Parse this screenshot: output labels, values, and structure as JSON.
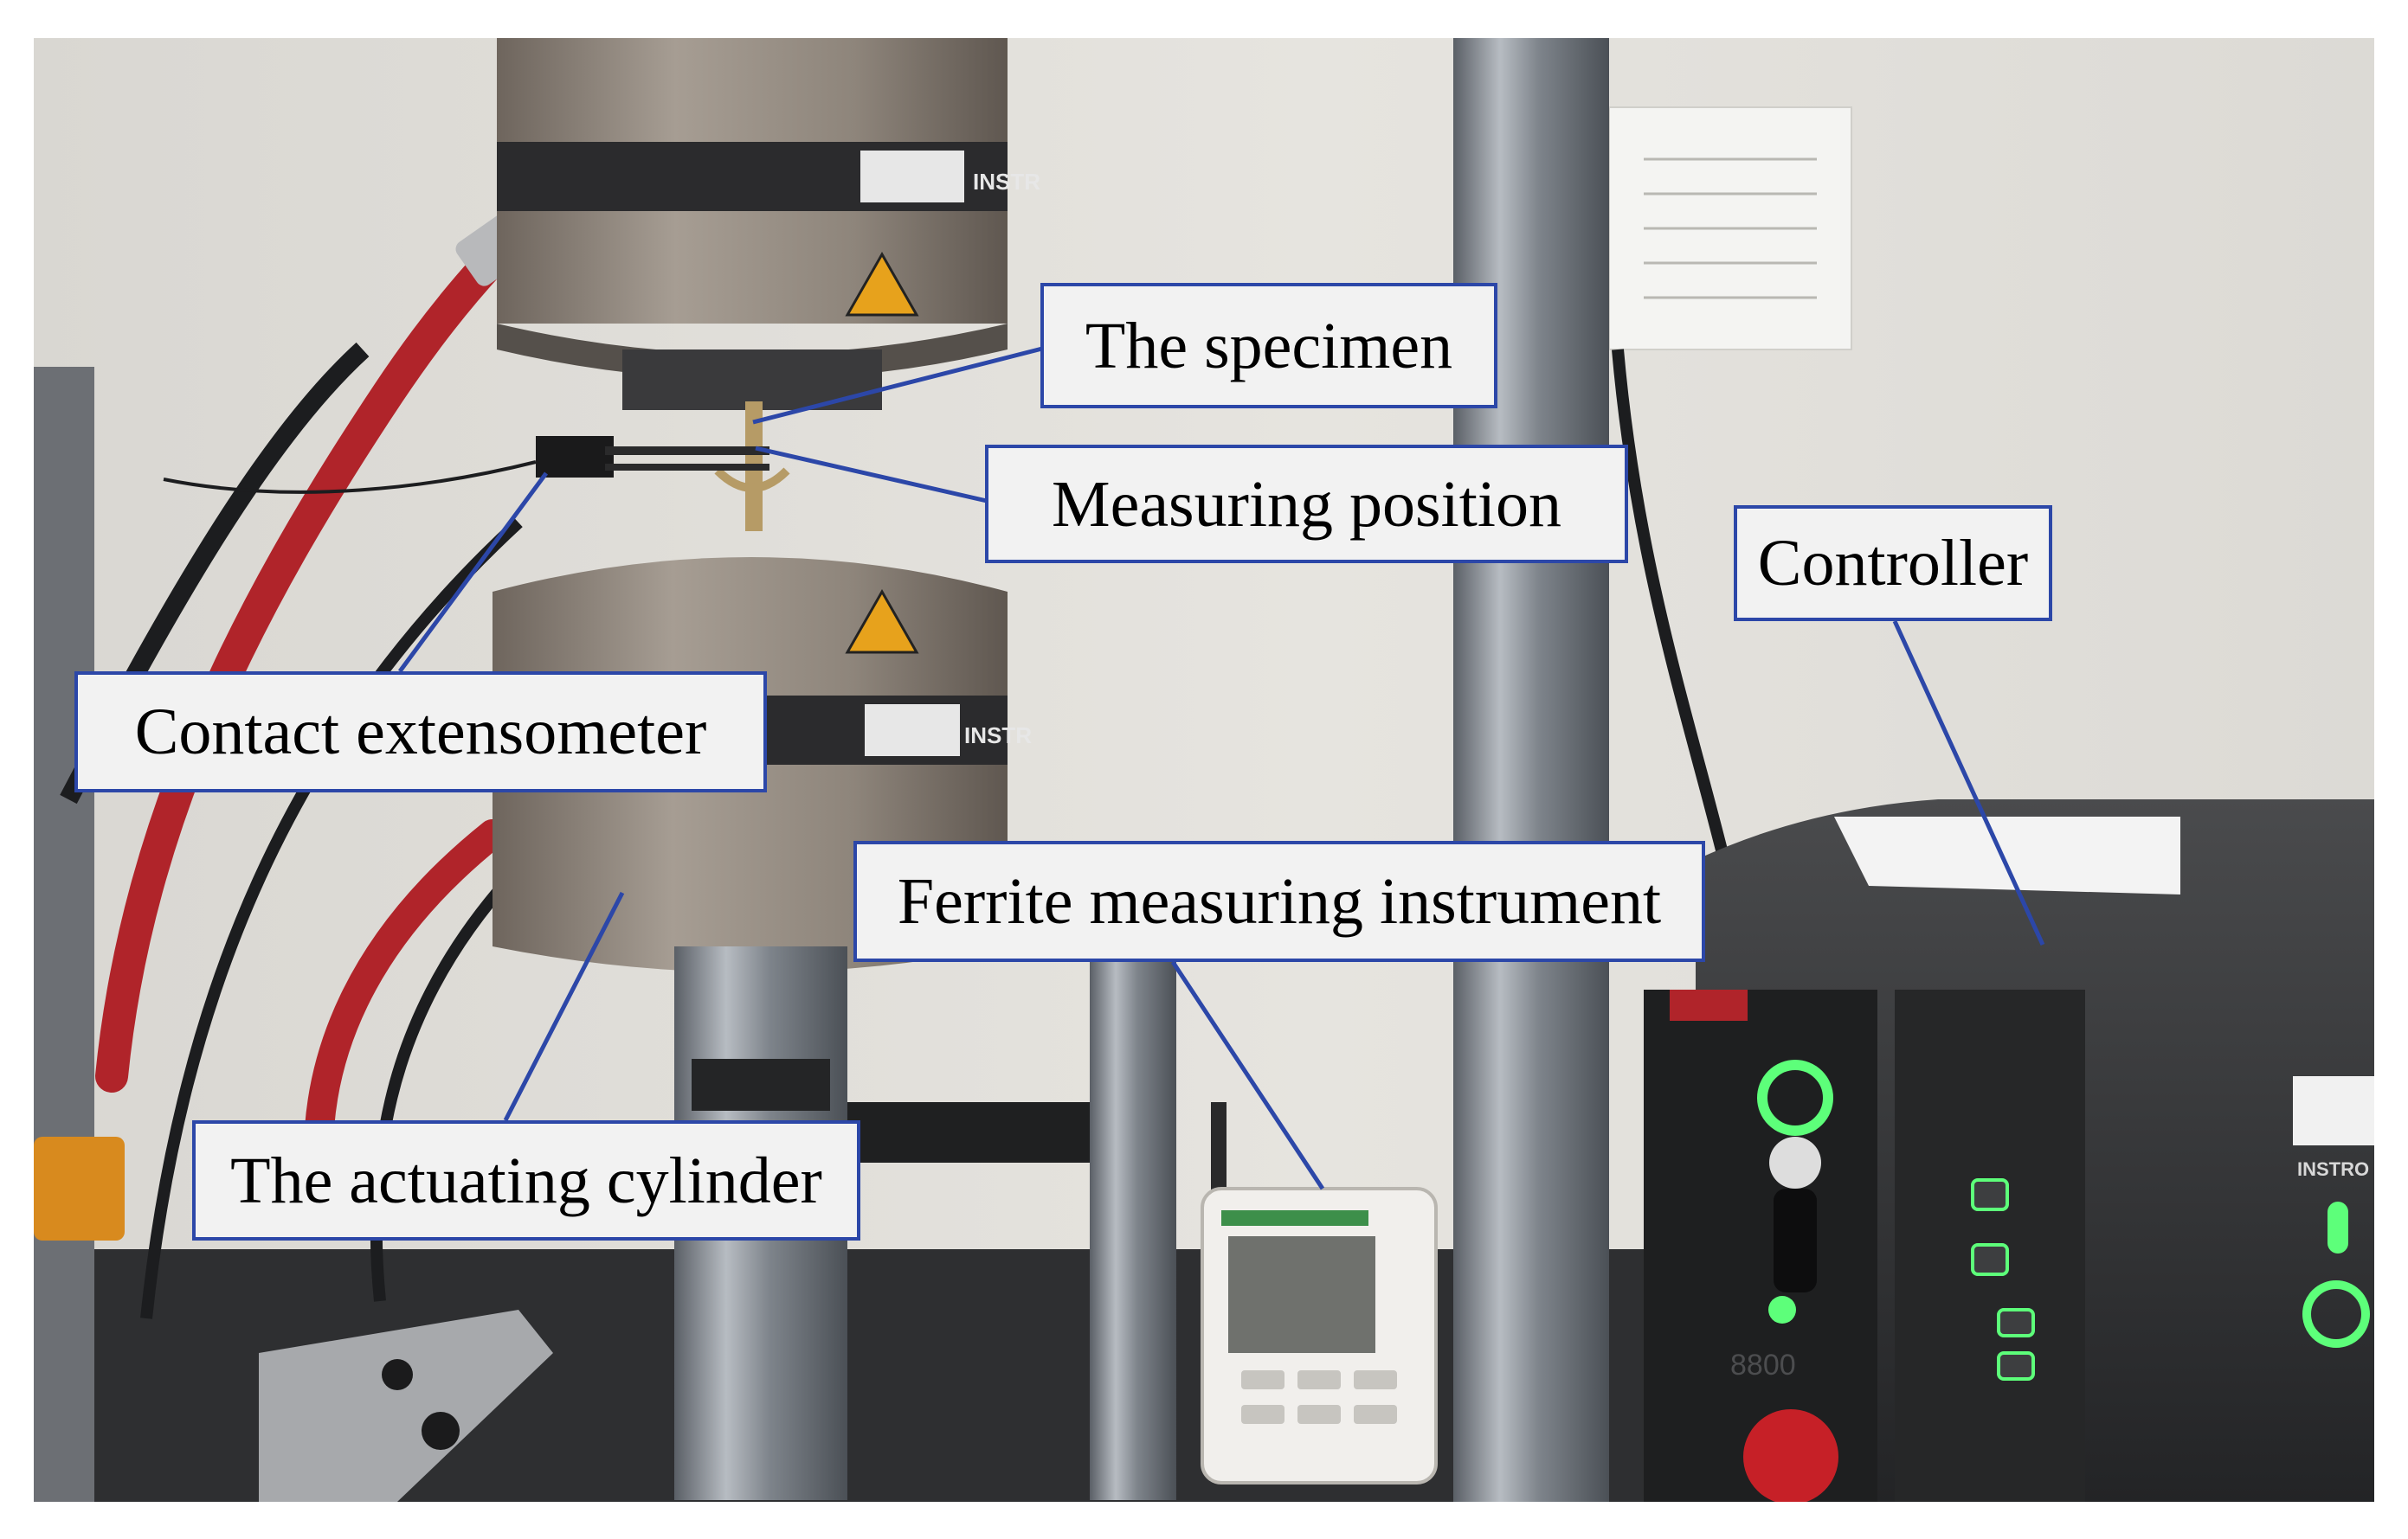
{
  "figure": {
    "labels": {
      "specimen": "The specimen",
      "measuring_position": "Measuring position",
      "controller": "Controller",
      "contact_extensometer": "Contact extensometer",
      "ferrite_instrument": "Ferrite measuring instrument",
      "actuating_cylinder": "The actuating cylinder"
    },
    "equipment_text": {
      "brand_upper": "INSTR",
      "brand_lower": "INSTR",
      "brand_controller": "INSTRO",
      "panel_number": "8800"
    },
    "colors": {
      "callout_border": "#2c47a8",
      "callout_fill": "#f2f2f2",
      "leader_line": "#2c47a8",
      "wall": "#e2e0db",
      "machine_metal": "#8a8178",
      "hose_red": "#b0242a",
      "led_green": "#5dff7a",
      "collar_orange": "#d88a1e"
    }
  }
}
